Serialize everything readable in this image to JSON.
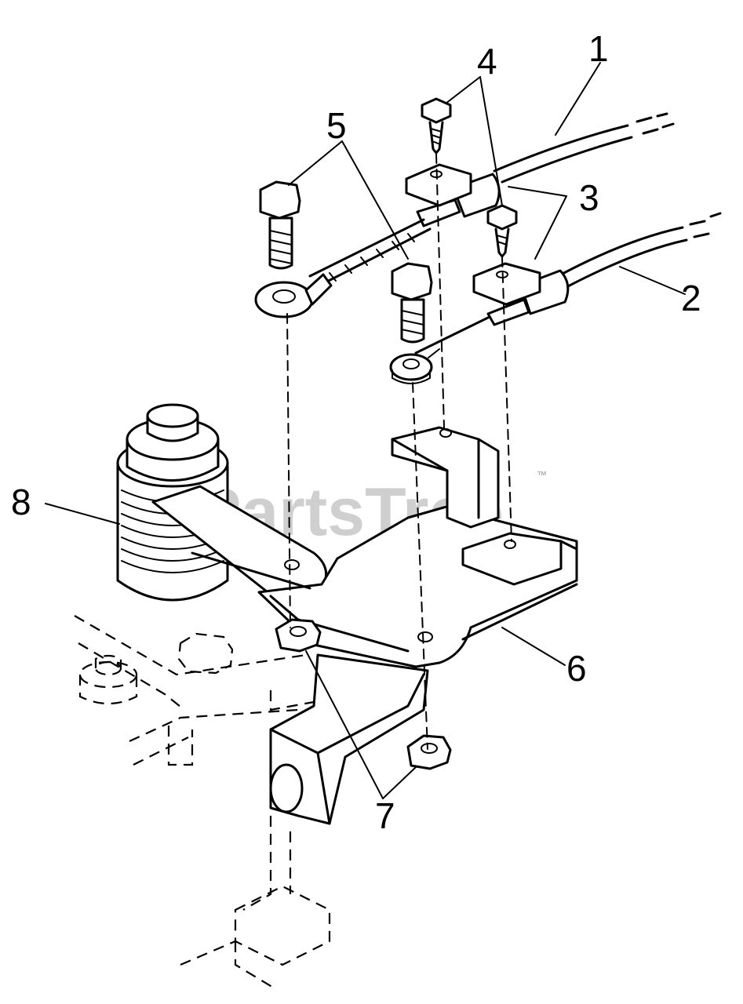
{
  "callouts": {
    "c1": "1",
    "c2": "2",
    "c3": "3",
    "c4": "4",
    "c5": "5",
    "c6": "6",
    "c7": "7",
    "c8": "8"
  },
  "watermark": {
    "text": "PartsTree",
    "trademark": "™"
  }
}
